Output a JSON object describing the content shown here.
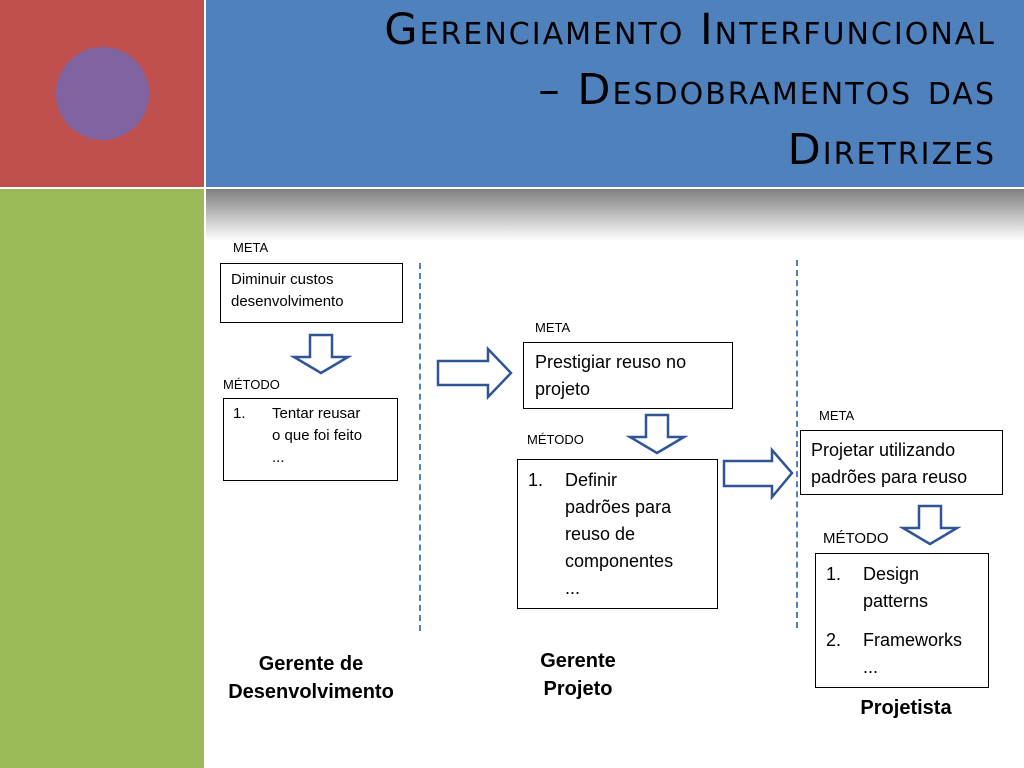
{
  "title": {
    "line1": "Gerenciamento Interfuncional",
    "line2": "– Desdobramentos das",
    "line3": "Diretrizes"
  },
  "col1": {
    "meta_label": "META",
    "meta_line1": "Diminuir custos",
    "meta_line2": "desenvolvimento",
    "method_label": "MÉTODO",
    "method_items": [
      {
        "num": "1.",
        "lines": [
          "Tentar reusar",
          "o que foi feito",
          "..."
        ]
      }
    ],
    "role_line1": "Gerente de",
    "role_line2": "Desenvolvimento"
  },
  "col2": {
    "meta_label": "META",
    "meta_line1": "Prestigiar reuso no",
    "meta_line2": "projeto",
    "method_label": "MÉTODO",
    "method_items": [
      {
        "num": "1.",
        "lines": [
          "Definir",
          "padrões para",
          "reuso de",
          "componentes",
          "..."
        ]
      }
    ],
    "role_line1": "Gerente",
    "role_line2": "Projeto"
  },
  "col3": {
    "meta_label": "META",
    "meta_line1": "Projetar utilizando",
    "meta_line2": "padrões para reuso",
    "method_label": "MÉTODO",
    "method_items": [
      {
        "num": "1.",
        "lines": [
          "Design",
          "patterns"
        ]
      },
      {
        "num": "2.",
        "lines": [
          "Frameworks",
          "..."
        ]
      }
    ],
    "role_line1": "Projetista"
  },
  "colors": {
    "red": "#c0504d",
    "purple": "#8064a2",
    "green": "#9bbb59",
    "blue": "#4f81bd",
    "arrow_stroke": "#2f5597"
  }
}
